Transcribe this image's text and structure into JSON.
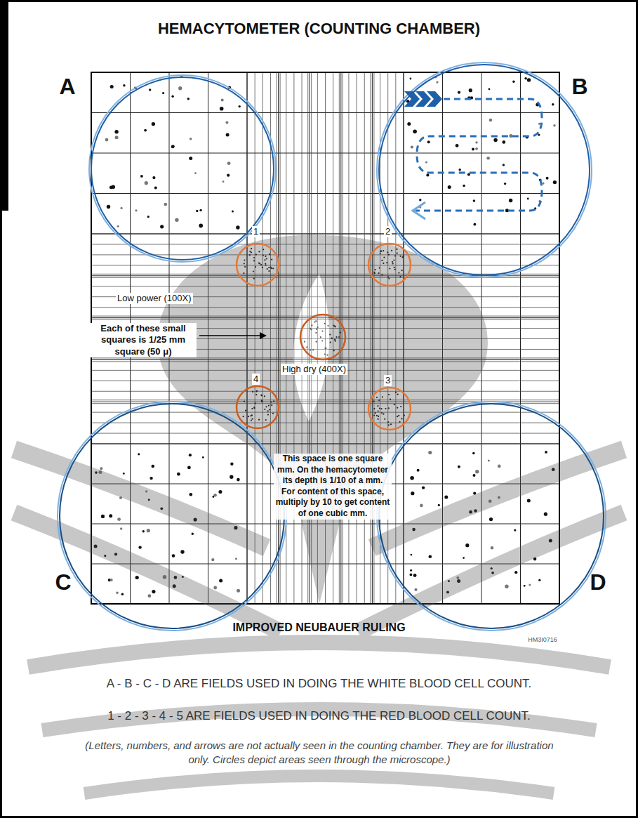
{
  "diagram": {
    "title": "HEMACYTOMETER (COUNTING CHAMBER)",
    "labels": [
      "A",
      "B",
      "1",
      "2",
      "Low power (100X)",
      "Each of these small squares is 1/25 mm square (50 μ)",
      "High dry (400X)",
      "4",
      "3",
      "This space is one square mm. On the hemacytometer its depth is 1/10 of a mm. For content of this space, multiply by 10 to get content of one cubic mm.",
      "C",
      "D",
      "IMPROVED NEUBAUER RULING",
      "HM3I0716",
      "A - B - C - D ARE FIELDS USED IN DOING THE WHITE BLOOD CELL COUNT.",
      "1 - 2 - 3 - 4 - 5 ARE FIELDS USED IN DOING THE RED BLOOD CELL COUNT.",
      "(Letters, numbers, and arrows are not actually seen in the counting chamber. They are for illustration only. Circles depict areas seen through the microscope.)"
    ]
  }
}
